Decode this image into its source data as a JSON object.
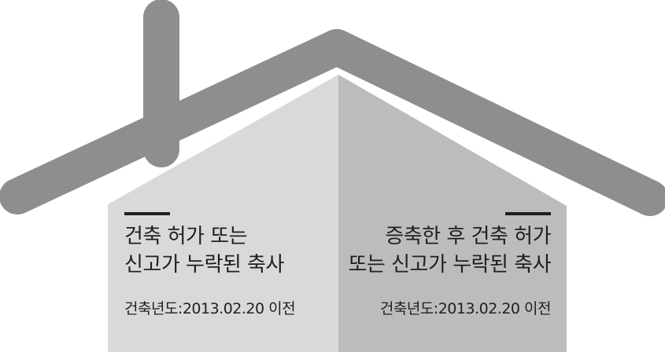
{
  "left_panel": {
    "title_line1": "건축 허가 또는",
    "title_line2": "신고가 누락된 축사",
    "meta": "건축년도:2013.02.20 이전"
  },
  "right_panel": {
    "title_line1": "증축한 후 건축 허가",
    "title_line2": "또는 신고가 누락된 축사",
    "meta": "건축년도:2013.02.20 이전"
  },
  "colors": {
    "roof": "#8d8e90",
    "left_wall": "#d9d9da",
    "right_wall": "#bcbcbe",
    "text": "#1f1f1f"
  }
}
